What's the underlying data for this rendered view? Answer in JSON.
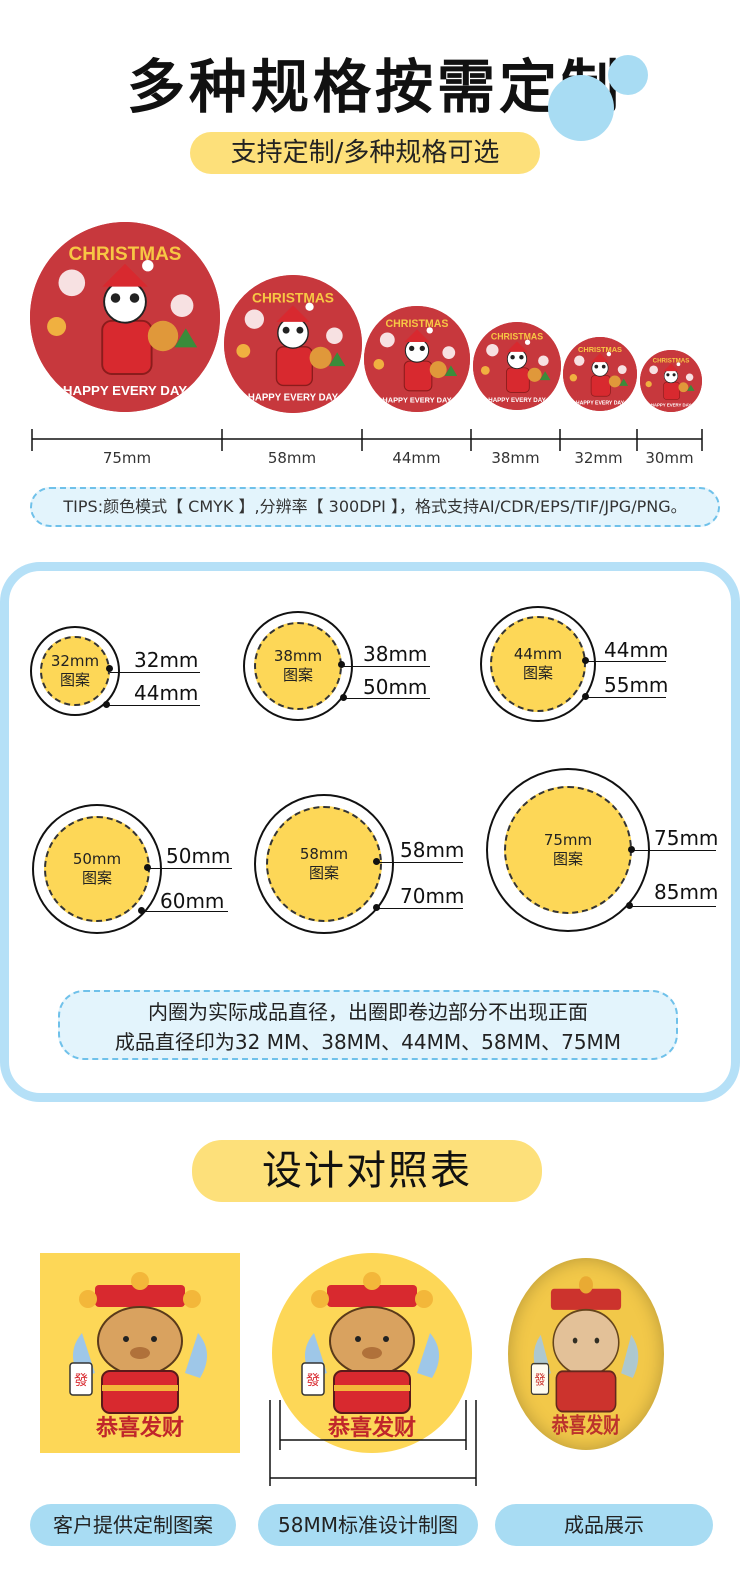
{
  "header": {
    "title": "多种规格按需定制",
    "subtitle": "支持定制/多种规格可选"
  },
  "badges": {
    "christmas_text": "CHRISTMAS",
    "happy_text": "HAPPY EVERY DAY",
    "sizes": [
      "75mm",
      "58mm",
      "44mm",
      "38mm",
      "32mm",
      "30mm"
    ]
  },
  "tips": "TIPS:颜色模式【 CMYK 】,分辨率【 300DPI 】，格式支持AI/CDR/EPS/TIF/JPG/PNG。",
  "spec_diagrams": [
    {
      "inner_label": "32mm",
      "pattern": "图案",
      "inner_mm": "32mm",
      "outer_mm": "44mm"
    },
    {
      "inner_label": "38mm",
      "pattern": "图案",
      "inner_mm": "38mm",
      "outer_mm": "50mm"
    },
    {
      "inner_label": "44mm",
      "pattern": "图案",
      "inner_mm": "44mm",
      "outer_mm": "55mm"
    },
    {
      "inner_label": "50mm",
      "pattern": "图案",
      "inner_mm": "50mm",
      "outer_mm": "60mm"
    },
    {
      "inner_label": "58mm",
      "pattern": "图案",
      "inner_mm": "58mm",
      "outer_mm": "70mm"
    },
    {
      "inner_label": "75mm",
      "pattern": "图案",
      "inner_mm": "75mm",
      "outer_mm": "85mm"
    }
  ],
  "note": {
    "line1": "内圈为实际成品直径，出圈即卷边部分不出现正面",
    "line2": "成品直径印为32 MM、38MM、44MM、58MM、75MM"
  },
  "design_section": {
    "title": "设计对照表",
    "character_text": "恭喜发财",
    "fa_char": "發",
    "captions": [
      "客户提供定制图案",
      "58MM标准设计制图",
      "成品展示"
    ]
  },
  "colors": {
    "badge_red": "#c7383d",
    "accent_yellow": "#fde07a",
    "pattern_yellow": "#fdd757",
    "accent_blue": "#a8dcf3"
  }
}
